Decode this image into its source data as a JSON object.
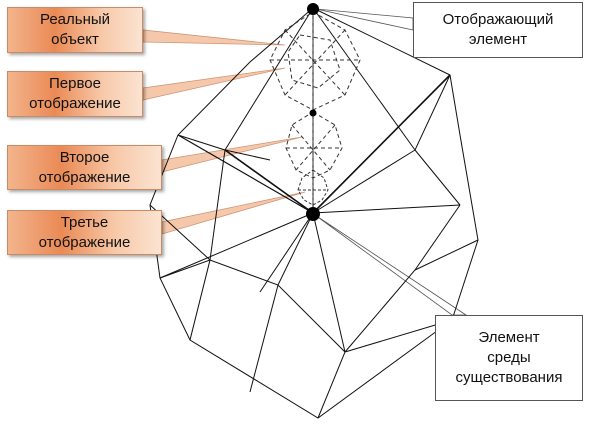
{
  "callouts": {
    "real_object": {
      "line1": "Реальный",
      "line2": "объект"
    },
    "first_mapping": {
      "line1": "Первое",
      "line2": "отображение"
    },
    "second_mapping": {
      "line1": "Второе",
      "line2": "отображение"
    },
    "third_mapping": {
      "line1": "Третье",
      "line2": "отображение"
    },
    "mapping_element": {
      "line1": "Отображающий",
      "line2": "элемент"
    },
    "environment_element": {
      "line1": "Элемент",
      "line2": "среды",
      "line3": "существования"
    }
  },
  "colors": {
    "callout_fill": "#ea8a55",
    "line": "#111111",
    "dashed": "#333333"
  }
}
